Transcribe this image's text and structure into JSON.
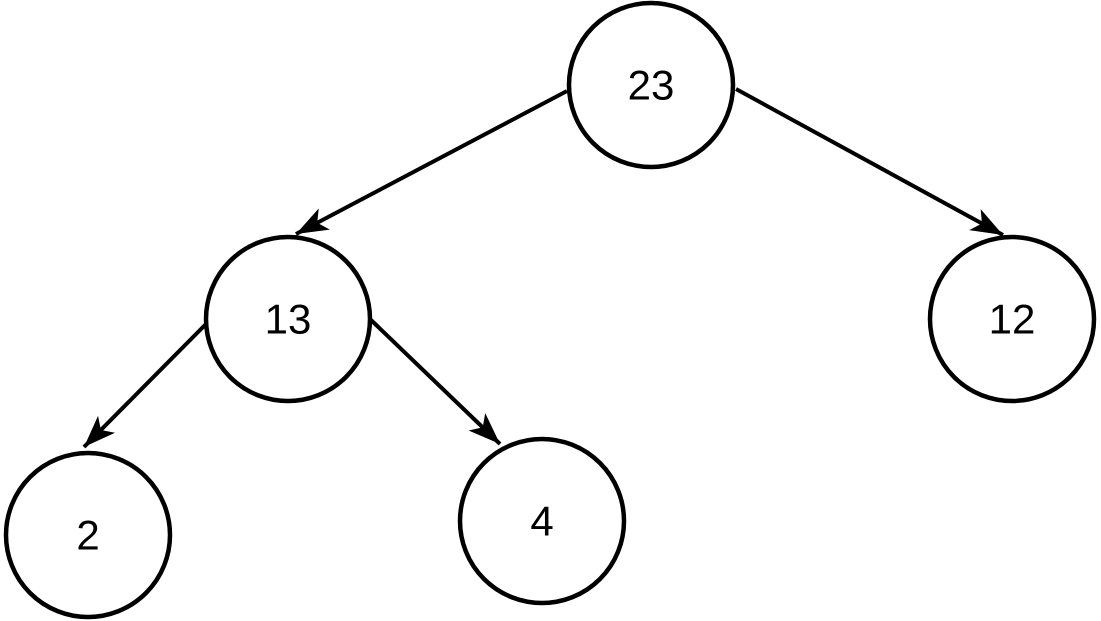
{
  "diagram": {
    "kind": "binary-tree",
    "background_color": "#ffffff",
    "node_fill_color": "#ffffff",
    "node_stroke_color": "#000000",
    "edge_color": "#000000",
    "text_color": "#000000",
    "nodes": [
      {
        "id": "root",
        "label": "23"
      },
      {
        "id": "left-child",
        "label": "13"
      },
      {
        "id": "right-child",
        "label": "12"
      },
      {
        "id": "left-left-grandchild",
        "label": "2"
      },
      {
        "id": "left-right-grandchild",
        "label": "4"
      }
    ],
    "edges": [
      {
        "from": "23",
        "to": "13"
      },
      {
        "from": "23",
        "to": "12"
      },
      {
        "from": "13",
        "to": "2"
      },
      {
        "from": "13",
        "to": "4"
      }
    ]
  }
}
